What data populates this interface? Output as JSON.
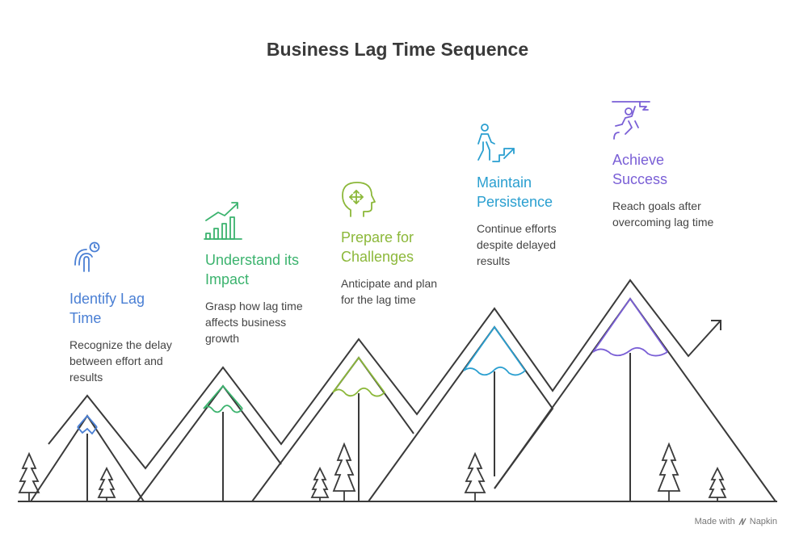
{
  "title": "Business Lag Time Sequence",
  "steps": [
    {
      "title": "Identify Lag\nTime",
      "description": "Recognize the delay\nbetween effort and\nresults",
      "color": "#4a7fd4",
      "icon": "finger-touch-clock-icon"
    },
    {
      "title": "Understand its\nImpact",
      "description": "Grasp how lag time\naffects business\ngrowth",
      "color": "#3bb36e",
      "icon": "growth-bar-chart-icon"
    },
    {
      "title": "Prepare for\nChallenges",
      "description": "Anticipate and plan\nfor the lag time",
      "color": "#8cb83a",
      "icon": "head-arrows-icon"
    },
    {
      "title": "Maintain\nPersistence",
      "description": "Continue efforts\ndespite delayed\nresults",
      "color": "#2a9fd0",
      "icon": "person-climbing-stairs-icon"
    },
    {
      "title": "Achieve\nSuccess",
      "description": "Reach goals after\novercoming lag time",
      "color": "#7a5fd6",
      "icon": "person-climbing-flag-icon"
    }
  ],
  "footer": {
    "made_with": "Made with",
    "brand": "Napkin"
  },
  "colors": {
    "line": "#3a3a3a",
    "text": "#444444",
    "title": "#3a3a3a"
  }
}
